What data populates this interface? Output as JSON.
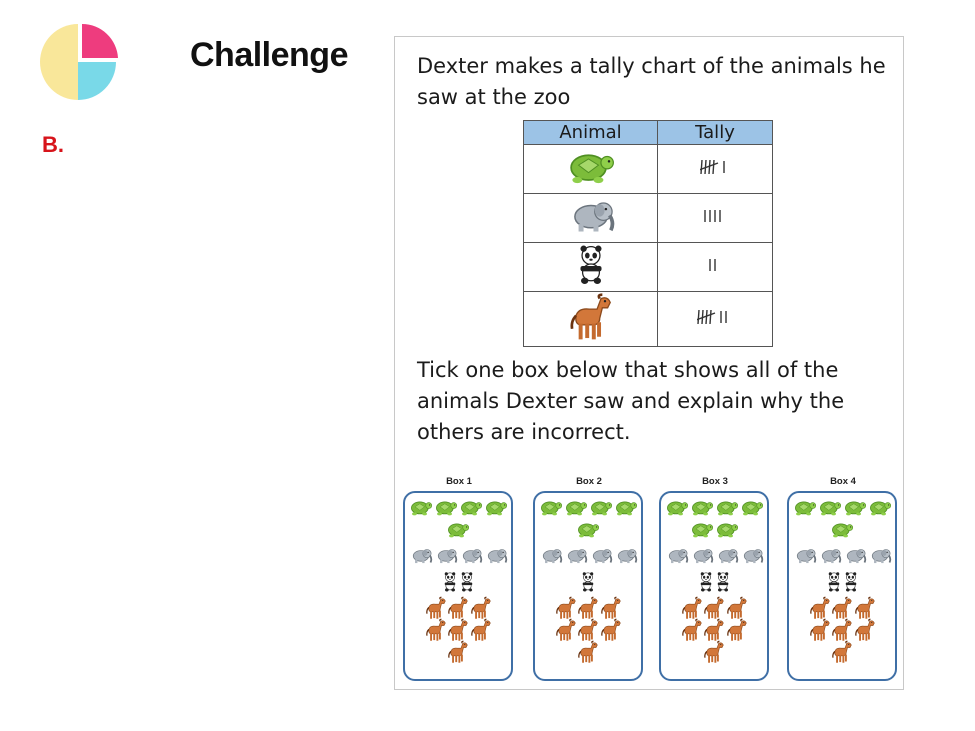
{
  "header": {
    "title": "Challenge",
    "section": "B."
  },
  "card": {
    "question_line1": "Dexter makes a tally chart of the animals he saw at the zoo",
    "table": {
      "col_animal": "Animal",
      "col_tally": "Tally",
      "rows": [
        {
          "animal": "turtle-icon",
          "tally_count": 6
        },
        {
          "animal": "elephant-icon",
          "tally_count": 4
        },
        {
          "animal": "panda-icon",
          "tally_count": 2
        },
        {
          "animal": "horse-icon",
          "tally_count": 7
        }
      ]
    },
    "question_line2": "Tick one box below that shows all of the animals Dexter saw and explain why the others are incorrect.",
    "boxes": [
      {
        "label": "Box 1",
        "turtles": [
          4,
          1
        ],
        "elephants": [
          4
        ],
        "pandas": [
          2
        ],
        "horses": [
          3,
          3,
          1
        ]
      },
      {
        "label": "Box 2",
        "turtles": [
          4,
          1
        ],
        "elephants": [
          4
        ],
        "pandas": [
          1
        ],
        "horses": [
          3,
          3,
          1
        ]
      },
      {
        "label": "Box 3",
        "turtles": [
          4,
          2
        ],
        "elephants": [
          4
        ],
        "pandas": [
          2
        ],
        "horses": [
          3,
          3,
          1
        ]
      },
      {
        "label": "Box 4",
        "turtles": [
          4,
          1
        ],
        "elephants": [
          4
        ],
        "pandas": [
          2
        ],
        "horses": [
          3,
          3,
          1
        ]
      }
    ]
  },
  "colors": {
    "title_red": "#d7141b",
    "table_header": "#9cc3e6",
    "box_border": "#3f6fa6",
    "logo_pink": "#ee3c7e",
    "logo_cyan": "#79d9e8",
    "logo_yellow": "#f9e79a"
  }
}
